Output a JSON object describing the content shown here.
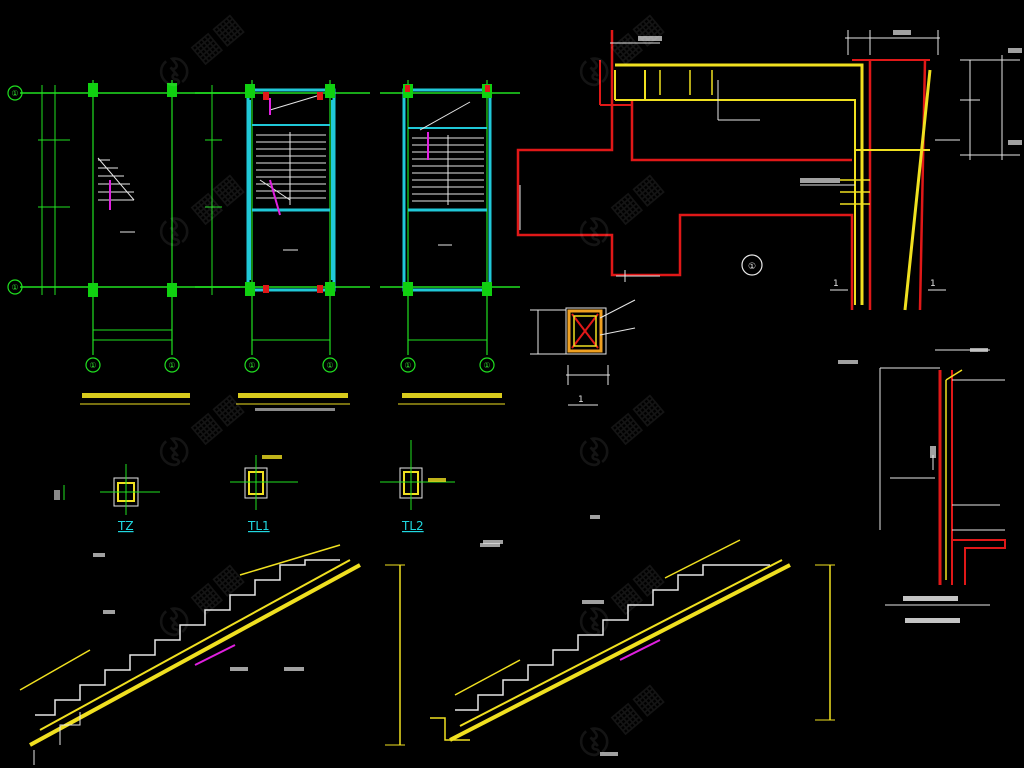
{
  "drawing": {
    "background": "#000000",
    "colors": {
      "axis": "#20e020",
      "wall": "#20c8d8",
      "rebar": "#f0e020",
      "section_red": "#e01818",
      "dim_white": "#e6e6e6",
      "accent_magenta": "#e020e0",
      "column_green": "#10d010"
    }
  },
  "plans": {
    "grid_bubbles": [
      {
        "label": "①"
      },
      {
        "label": "①"
      },
      {
        "label": "①"
      },
      {
        "label": "①"
      },
      {
        "label": "①"
      },
      {
        "label": "①"
      },
      {
        "label": "①"
      },
      {
        "label": "①"
      }
    ]
  },
  "sections": {
    "detail_marker": "①",
    "cut_mark_a": "1",
    "cut_mark_b": "1",
    "cut_mark_c": "1"
  },
  "beams": {
    "tz": "TZ",
    "tl1": "TL1",
    "tl2": "TL2"
  },
  "watermark": {
    "icon": "watermark-logo-icon"
  }
}
